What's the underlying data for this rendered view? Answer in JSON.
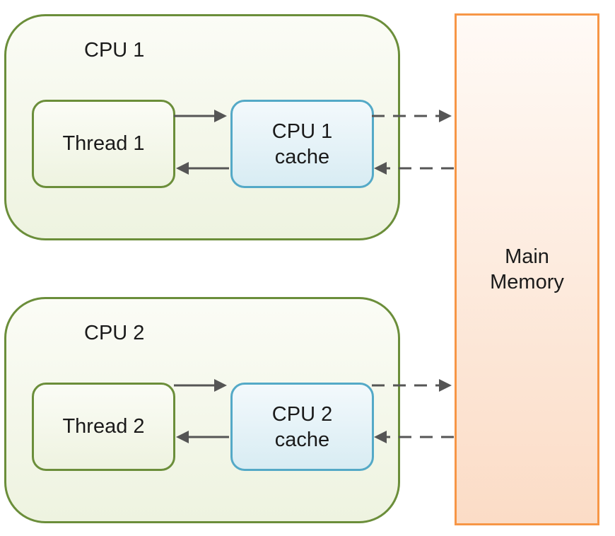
{
  "diagram": {
    "cpus": [
      {
        "title": "CPU 1",
        "thread": "Thread 1",
        "cache": {
          "line1": "CPU 1",
          "line2": "cache"
        }
      },
      {
        "title": "CPU 2",
        "thread": "Thread 2",
        "cache": {
          "line1": "CPU 2",
          "line2": "cache"
        }
      }
    ],
    "memory": {
      "line1": "Main",
      "line2": "Memory"
    }
  },
  "colors": {
    "cpu_border": "#6b8e3a",
    "cache_border": "#54a9c7",
    "memory_border": "#f79646",
    "arrow": "#555555"
  }
}
